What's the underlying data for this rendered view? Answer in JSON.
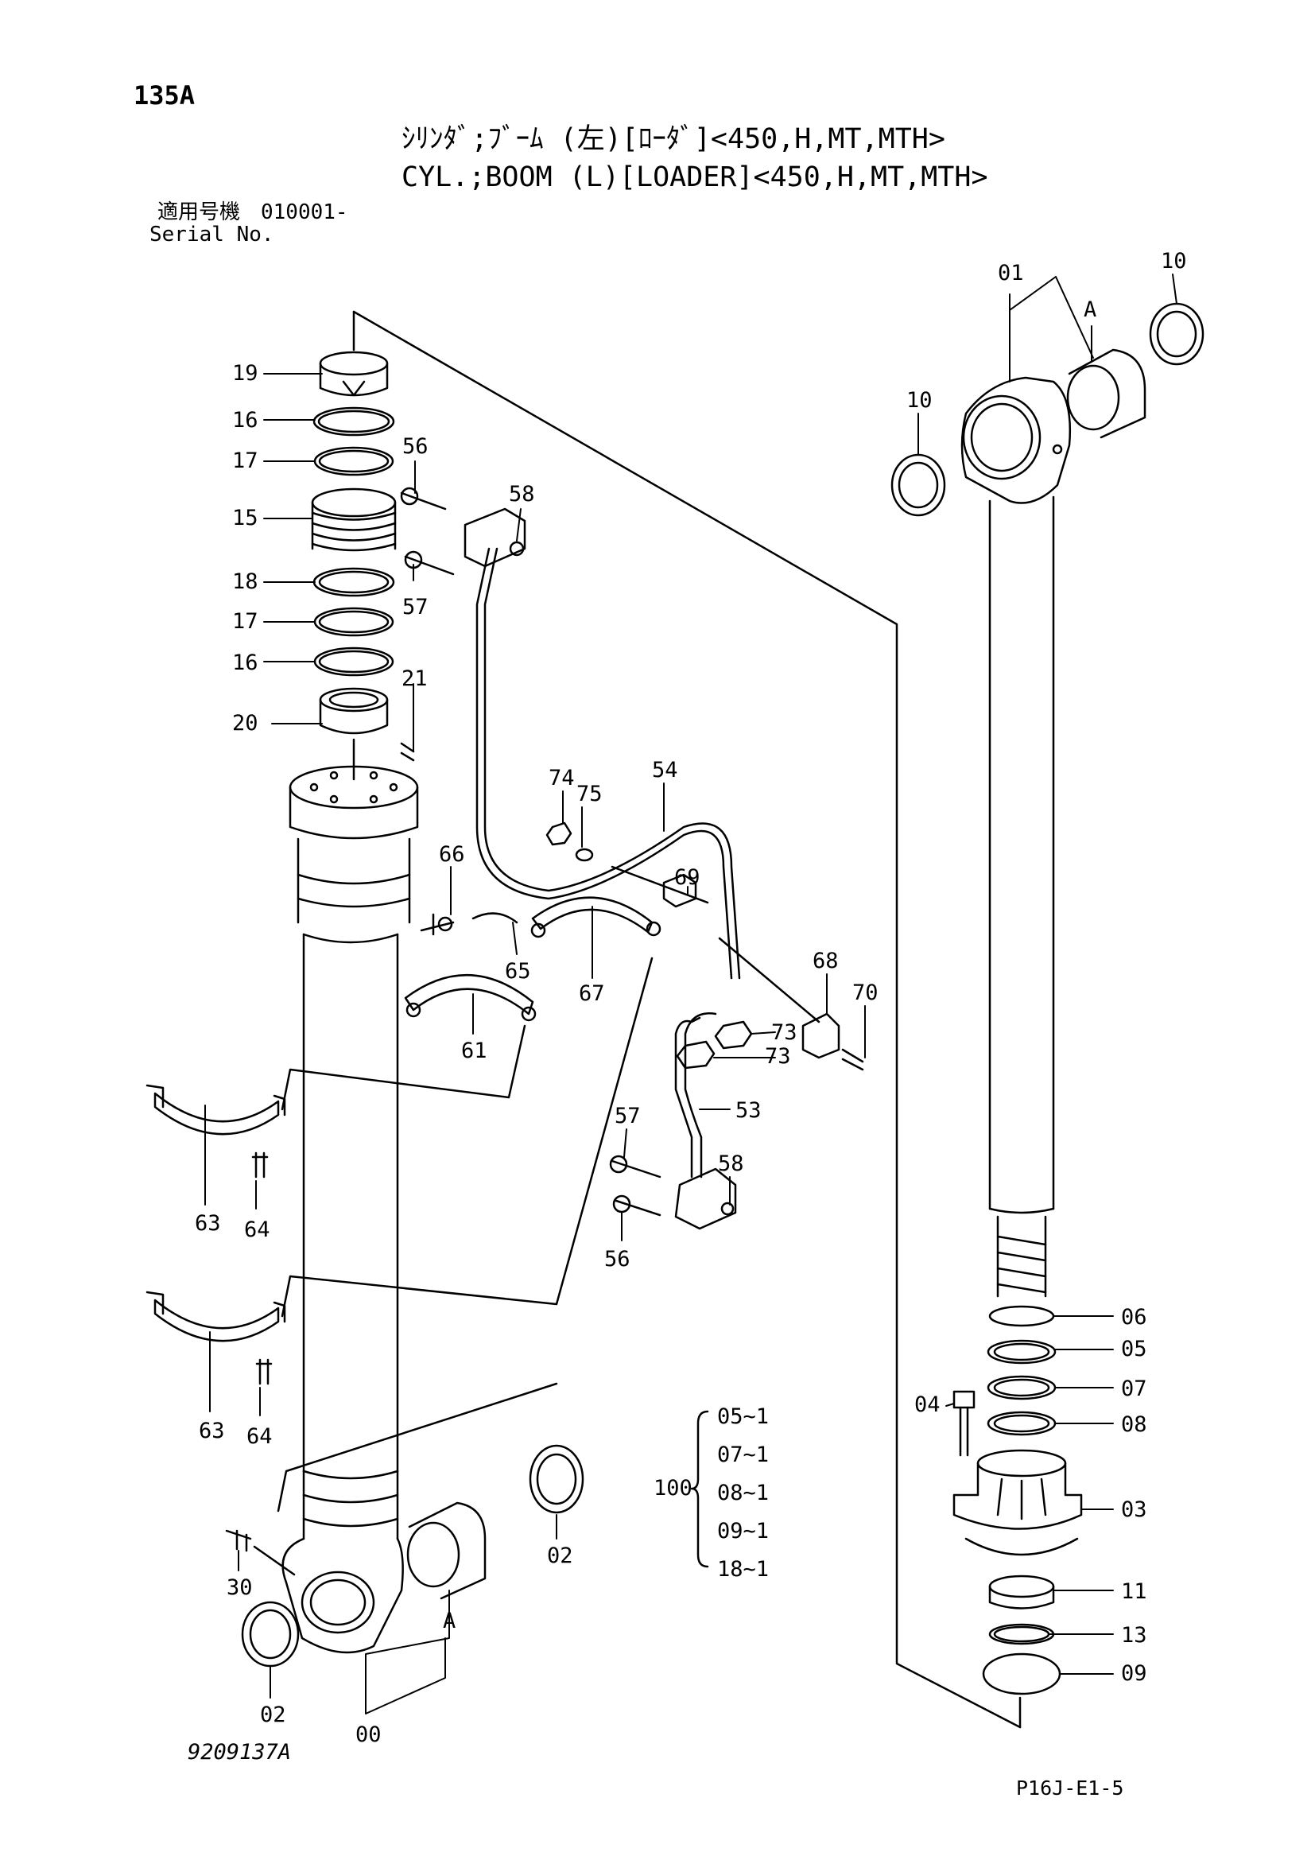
{
  "header": {
    "page_number": "135A",
    "title_jp": "ｼﾘﾝﾀﾞ;ﾌﾞｰﾑ (左)[ﾛｰﾀﾞ]<450,H,MT,MTH>",
    "title_en": "CYL.;BOOM (L)[LOADER]<450,H,MT,MTH>",
    "serial_jp": "適用号機　010001-",
    "serial_en": "Serial No."
  },
  "callouts": {
    "c19": "19",
    "c16a": "16",
    "c17a": "17",
    "c15": "15",
    "c18": "18",
    "c17b": "17",
    "c16b": "16",
    "c20": "20",
    "c21": "21",
    "c56a": "56",
    "c58a": "58",
    "c57a": "57",
    "c74": "74",
    "c75": "75",
    "c54": "54",
    "c66": "66",
    "c69": "69",
    "c65": "65",
    "c67": "67",
    "c61": "61",
    "c68": "68",
    "c70": "70",
    "c73a": "73",
    "c73b": "73",
    "c53": "53",
    "c57b": "57",
    "c58b": "58",
    "c56b": "56",
    "c63a": "63",
    "c64a": "64",
    "c63b": "63",
    "c64b": "64",
    "c30": "30",
    "c02a": "02",
    "c02b": "02",
    "cA1": "A",
    "c00": "00",
    "c01": "01",
    "c10a": "10",
    "c10b": "10",
    "cA2": "A",
    "c06": "06",
    "c05": "05",
    "c07": "07",
    "c08": "08",
    "c04": "04",
    "c03": "03",
    "c11": "11",
    "c13": "13",
    "c09": "09"
  },
  "kit": {
    "label": "100",
    "items": [
      "05~1",
      "07~1",
      "08~1",
      "09~1",
      "18~1"
    ]
  },
  "footer": {
    "drawing_number": "9209137A",
    "page_code": "P16J-E1-5"
  }
}
